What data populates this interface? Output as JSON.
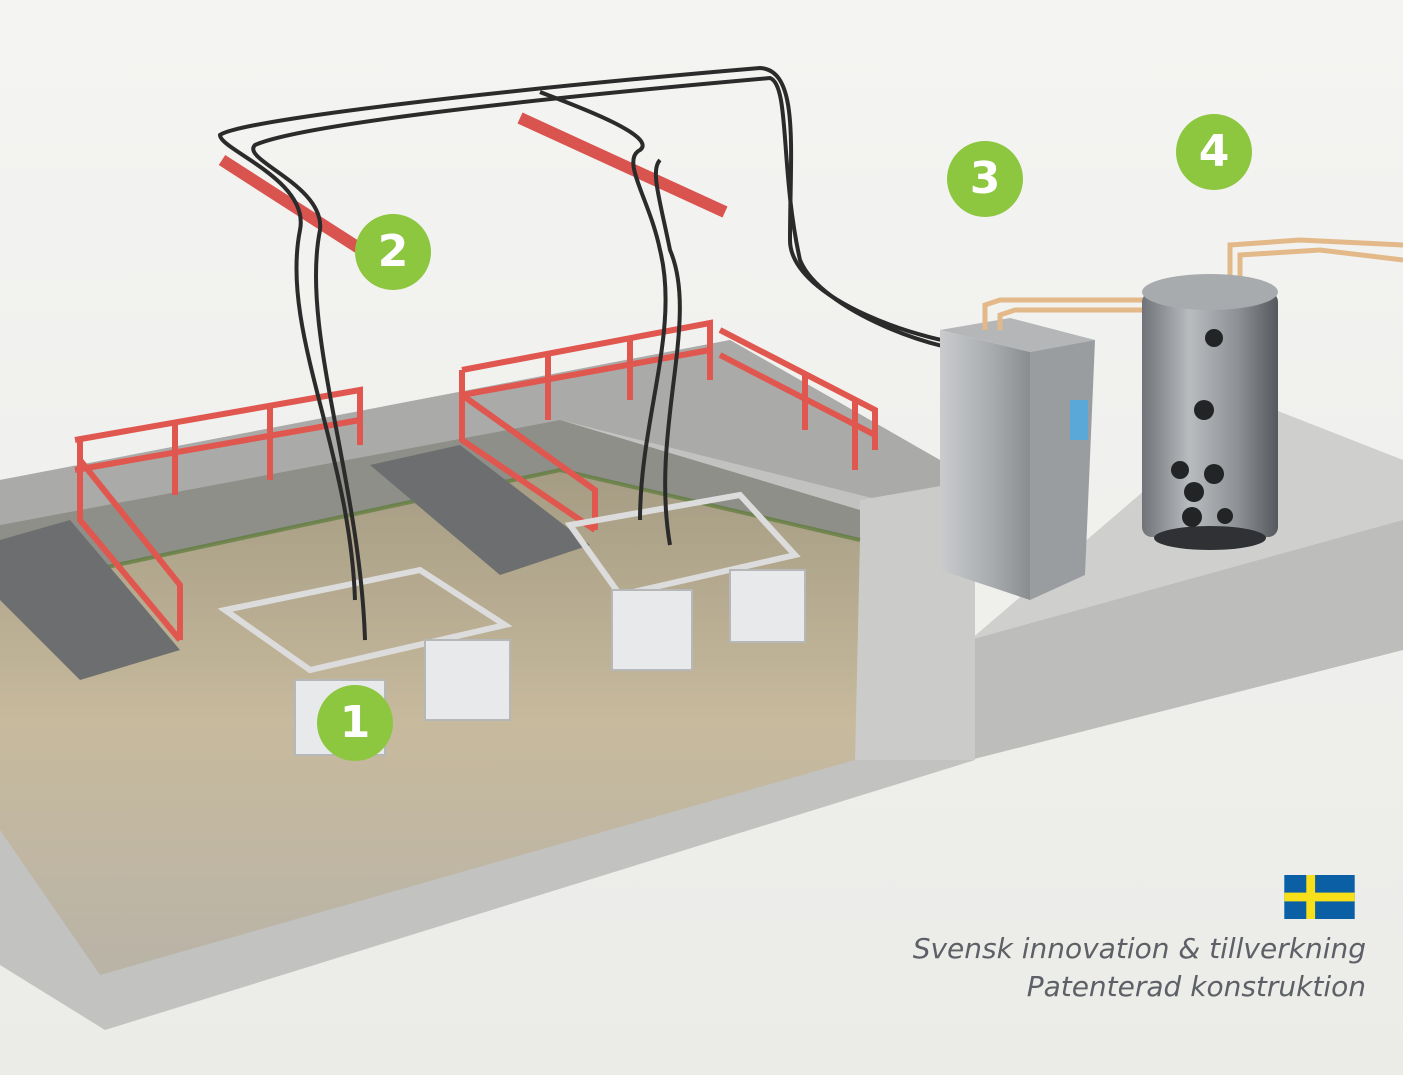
{
  "markers": [
    {
      "label": "1"
    },
    {
      "label": "2"
    },
    {
      "label": "3"
    },
    {
      "label": "4"
    }
  ],
  "captions": {
    "line1": "Svensk innovation & tillverkning",
    "line2": "Patenterad konstruktion"
  },
  "colors": {
    "marker": "#8dc63f",
    "flag_blue": "#0b5fa5",
    "flag_yellow": "#f7e01a",
    "railing": "#e0574f",
    "pipe": "#2b2b2b",
    "copper": "#e3b98a"
  }
}
